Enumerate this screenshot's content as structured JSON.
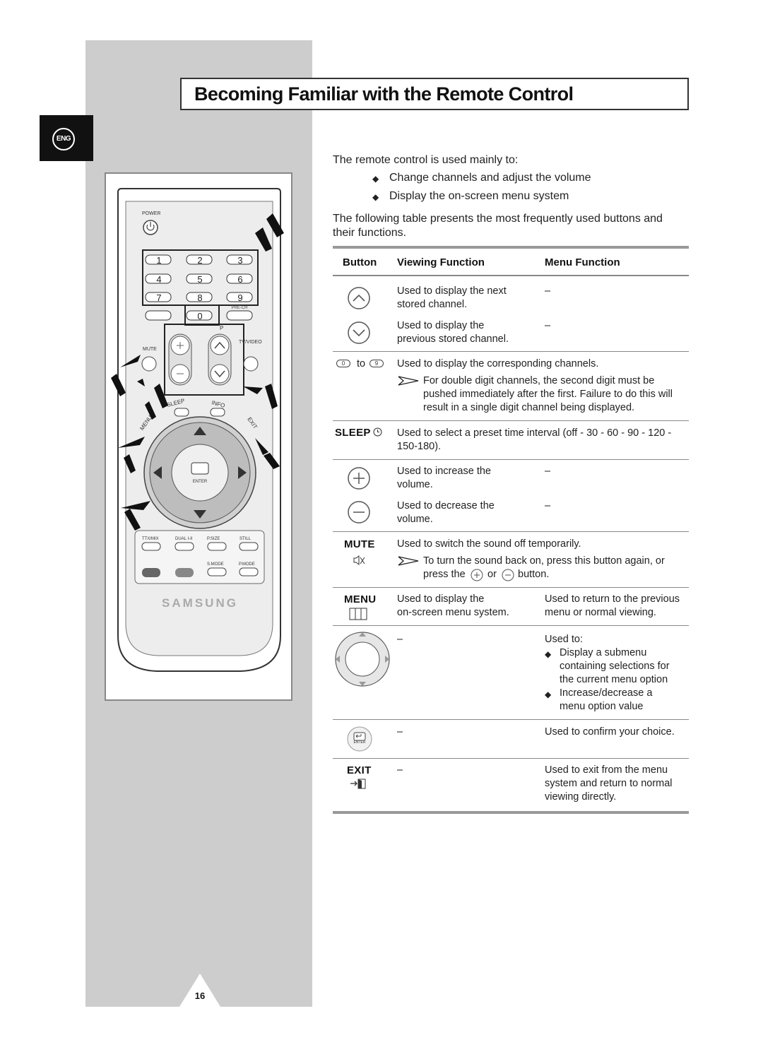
{
  "page": {
    "title": "Becoming Familiar with the Remote Control",
    "language_tab": "ENG",
    "page_number": "16"
  },
  "intro": {
    "lead": "The remote control is used mainly to:",
    "bullets": [
      "Change channels and adjust the volume",
      "Display the on-screen menu system"
    ],
    "paragraph_line1": "The following table presents the most frequently used buttons and",
    "paragraph_line2": "their functions."
  },
  "table": {
    "headers": {
      "button": "Button",
      "viewing": "Viewing Function",
      "menu": "Menu Function"
    },
    "ch_up": {
      "viewing_l1": "Used to display the next",
      "viewing_l2": "stored channel.",
      "menu": "–"
    },
    "ch_down": {
      "viewing_l1": "Used to display the",
      "viewing_l2": "previous stored channel.",
      "menu": "–"
    },
    "digits": {
      "from": "0",
      "to_word": "to",
      "to": "9",
      "viewing": "Used to display the corresponding channels.",
      "note_l1": "For double digit channels, the second digit must be",
      "note_l2": "pushed immediately after the first. Failure to do this will",
      "note_l3": "result in a single digit channel being displayed."
    },
    "sleep": {
      "label": "SLEEP",
      "text_l1": "Used to select a preset time interval (off - 30 - 60 - 90 - 120 -",
      "text_l2": "150-180)."
    },
    "vol_up": {
      "viewing_l1": "Used to increase the",
      "viewing_l2": "volume.",
      "menu": "–"
    },
    "vol_down": {
      "viewing_l1": "Used to decrease the",
      "viewing_l2": "volume.",
      "menu": "–"
    },
    "mute": {
      "label": "MUTE",
      "viewing": "Used to switch the sound off temporarily.",
      "note_l1": "To turn the sound back on, press this button again, or",
      "note_press": "press the",
      "note_or": "or",
      "note_end": "button."
    },
    "menu": {
      "label": "MENU",
      "viewing_l1": "Used to display the",
      "viewing_l2": "on-screen menu system.",
      "menu_l1": "Used to return to the previous",
      "menu_l2": "menu or normal viewing."
    },
    "arrows": {
      "viewing": "–",
      "menu_intro": "Used to:",
      "item1_l1": "Display a submenu",
      "item1_l2": "containing selections for",
      "item1_l3": "the current menu option",
      "item2_l1": "Increase/decrease a",
      "item2_l2": "menu option value"
    },
    "enter": {
      "icon_label": "ENTER",
      "viewing": "–",
      "menu": "Used to confirm your choice."
    },
    "exit": {
      "label": "EXIT",
      "viewing": "–",
      "menu_l1": "Used to exit from the menu",
      "menu_l2": "system and return to normal",
      "menu_l3": "viewing directly."
    }
  },
  "remote": {
    "power": "POWER",
    "digits": [
      "1",
      "2",
      "3",
      "4",
      "5",
      "6",
      "7",
      "8",
      "9",
      "0"
    ],
    "pre_ch": "PRE-CH",
    "p_label": "P",
    "mute": "MUTE",
    "tv_video": "TV/VIDEO",
    "sleep": "SLEEP",
    "info": "INFO",
    "menu": "MENU",
    "exit": "EXIT",
    "enter": "ENTER",
    "ttx_mix": "TTX/MIX",
    "dual": "DUAL I-II",
    "p_size": "P.SIZE",
    "still": "STILL",
    "s_mode": "S.MODE",
    "p_mode": "P.MODE",
    "brand": "SAMSUNG"
  },
  "colors": {
    "sidebar_gray": "#cdcdcd",
    "frame_border": "#333333",
    "rule_gray": "#999999"
  }
}
